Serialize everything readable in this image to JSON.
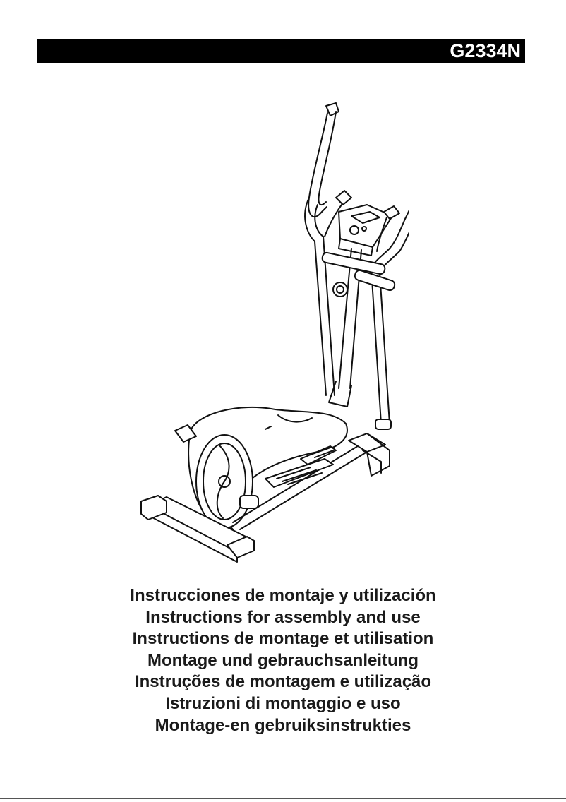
{
  "header": {
    "model_code": "G2334N"
  },
  "illustration": {
    "subject": "elliptical-trainer-line-drawing"
  },
  "titles": [
    "Instrucciones de montaje y utilización",
    "Instructions for assembly and use",
    "Instructions de montage et utilisation",
    "Montage und gebrauchsanleitung",
    "Instruções de montagem e utilização",
    "Istruzioni di montaggio e uso",
    "Montage-en gebruiksinstrukties"
  ],
  "colors": {
    "header_bar": "#000000",
    "header_text": "#ffffff",
    "title_text": "#1a1a1a"
  }
}
